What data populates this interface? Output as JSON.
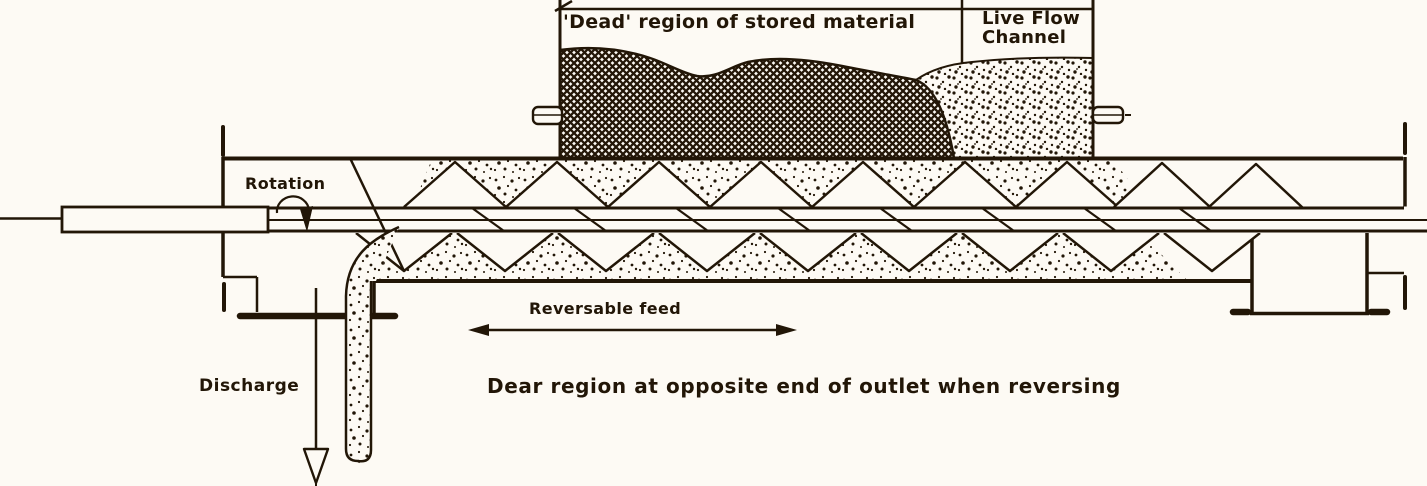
{
  "colors": {
    "ink": "#221607",
    "bg": "#fdfaf4"
  },
  "labels": {
    "dead_region": "'Dead' region of stored material",
    "live_flow_line1": "Live Flow",
    "live_flow_line2": "Channel",
    "rotation": "Rotation",
    "reversable_feed": "Reversable feed",
    "discharge": "Discharge",
    "reversing_note": "Dear region at opposite end of outlet when reversing"
  }
}
